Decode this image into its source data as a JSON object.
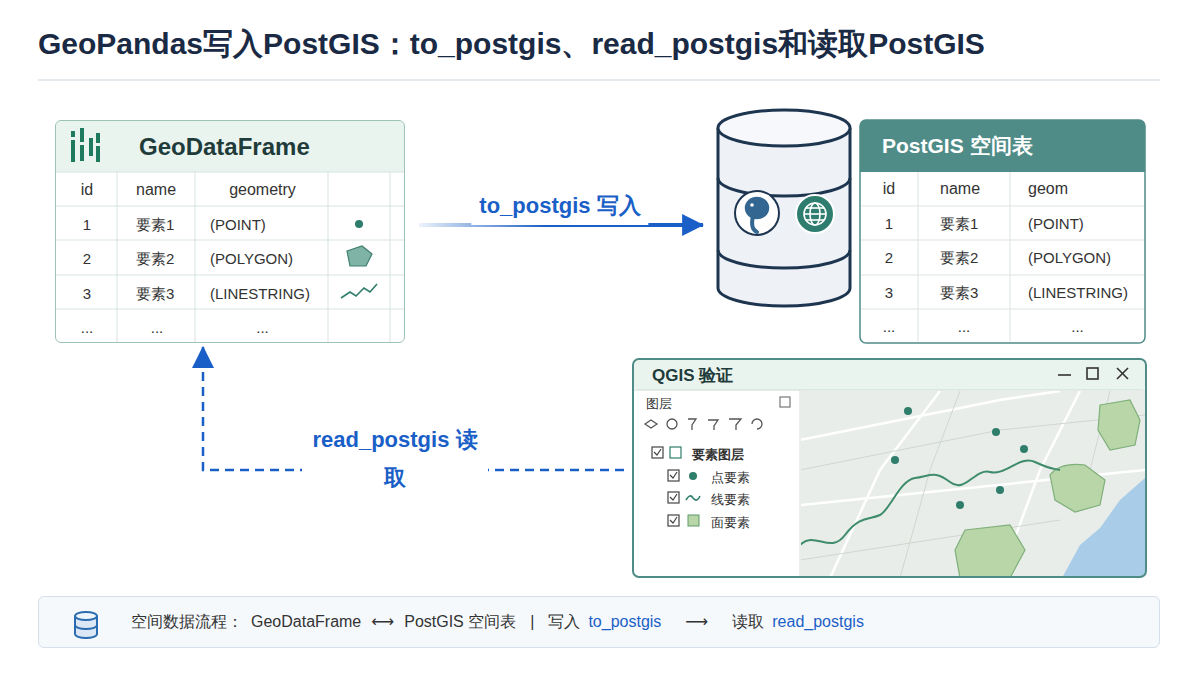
{
  "diagram": {
    "title": "GeoPandas写入PostGIS：to_postgis、read_postgis和读取PostGIS",
    "nodes": [
      {
        "text": [
          "GeoDataFrame",
          "id",
          "name",
          "geometry",
          "1",
          "要素1",
          "(POINT)",
          "2",
          "要素2",
          "(POLYGON)",
          "3",
          "要素3",
          "(LINESTRING)",
          "...",
          "...",
          "..."
        ]
      },
      {
        "text": [
          "PostGIS 空间表",
          "id",
          "name",
          "geom",
          "1",
          "要素1",
          "(POINT)",
          "2",
          "要素2",
          "(POLYGON)",
          "3",
          "要素3",
          "(LINESTRING)",
          "...",
          "...",
          "..."
        ]
      },
      {
        "text": [
          "QGIS 验证",
          "图层",
          "要素图层",
          "点要素",
          "线要素",
          "面要素"
        ]
      },
      {
        "text": [
          "空间数据流程：",
          "GeoDataFrame",
          "⟷",
          "PostGIS 空间表",
          "|",
          "写入",
          "to_postgis",
          "⟶",
          "读取",
          "read_postgis"
        ]
      }
    ],
    "edges": [
      {
        "from": 0,
        "to": 1,
        "arrow": "to",
        "label": "to_postgis 写入"
      },
      {
        "from": 2,
        "to": 0,
        "arrow": "to",
        "label": "read_postgis 读取"
      }
    ]
  }
}
